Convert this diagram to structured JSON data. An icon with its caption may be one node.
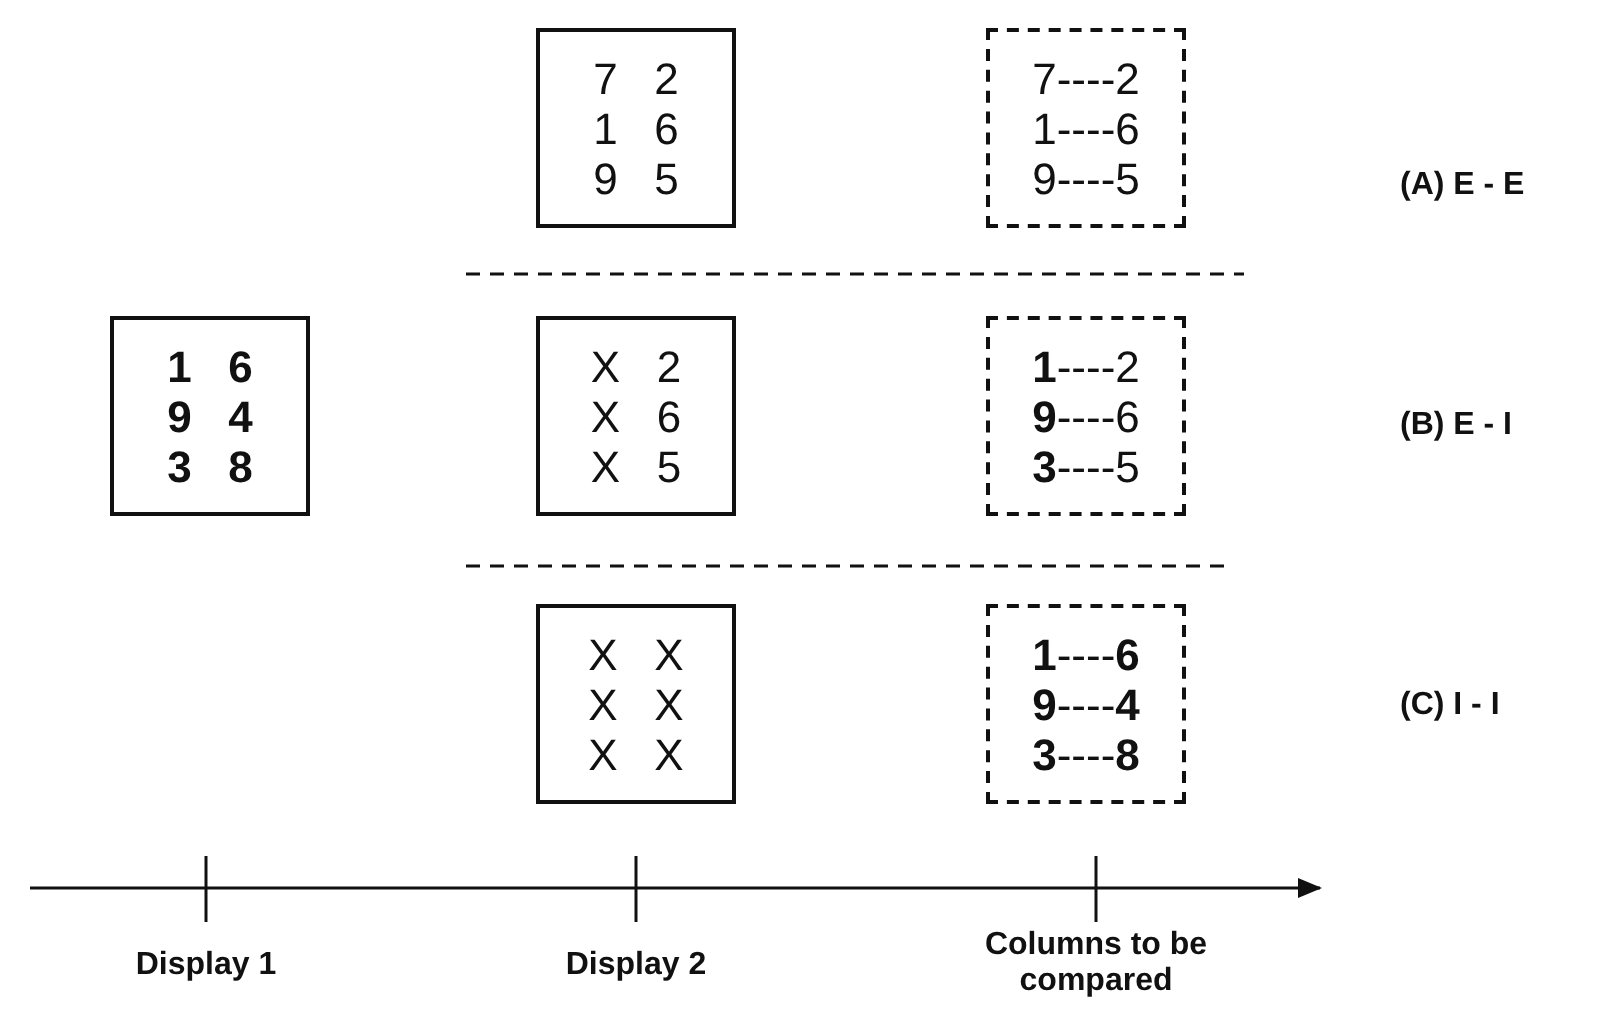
{
  "diagram": {
    "nodes": [
      {
        "text": [
          "7 2",
          "1 6",
          "9 5"
        ]
      },
      {
        "text": [
          "7----2",
          "1----6",
          "9----5"
        ]
      },
      {
        "text": [
          "**1** **6**",
          "**9** **4**",
          "**3** **8**"
        ]
      },
      {
        "text": [
          "X 2",
          "X 6",
          "X 5"
        ]
      },
      {
        "text": [
          "**1**----2",
          "**9**----6",
          "**3**----5"
        ]
      },
      {
        "text": [
          "X X",
          "X X",
          "X X"
        ]
      },
      {
        "text": [
          "**1**----**6**",
          "**9**----**4**",
          "**3**----**8**"
        ]
      }
    ],
    "labels": [
      "(A) E - E",
      "(B) E - I",
      "(C) I - I",
      "Display 1",
      "Display 2",
      "Columns to be compared"
    ]
  }
}
